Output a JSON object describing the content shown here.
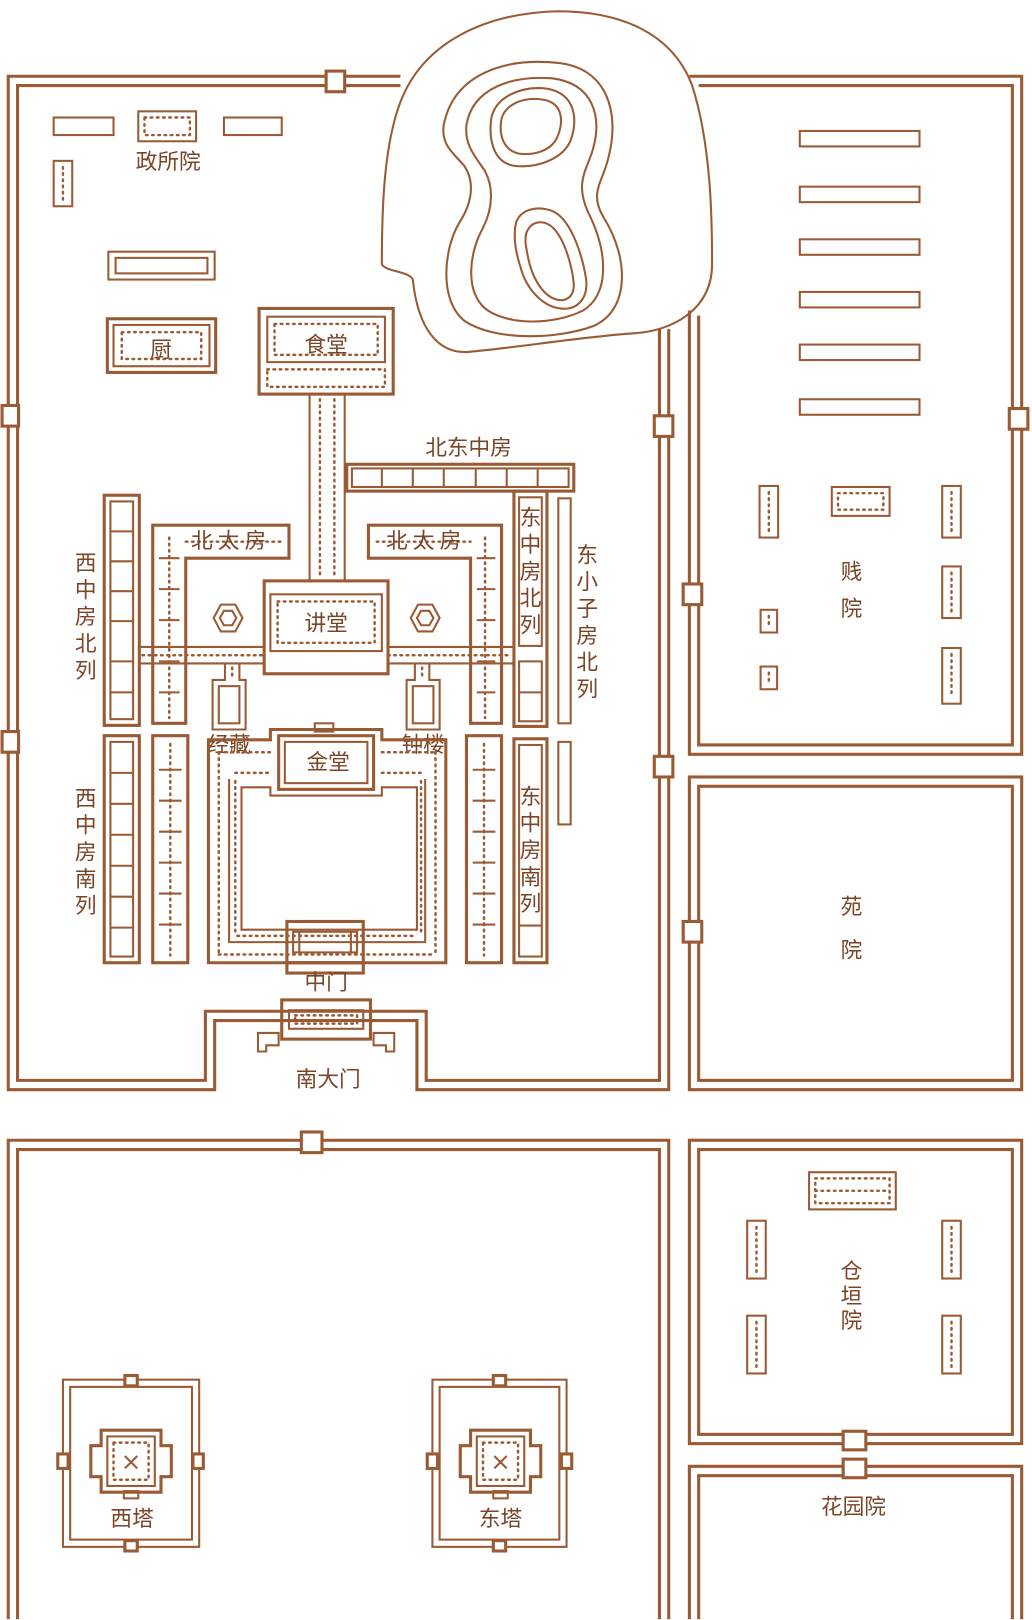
{
  "labels": {
    "zhengsuoyuan": "政所院",
    "chu": "厨",
    "shitang": "食堂",
    "beidongzhongfang": "北东中房",
    "beitaifang_w": "北太房",
    "beitaifang_e": "北太房",
    "jiangtang": "讲堂",
    "jingzang": "经藏",
    "zhonglou": "钟楼",
    "jintang": "金堂",
    "zhongmen": "中门",
    "nandamen": "南大门",
    "xizhongfang_bei": "西中房北列",
    "xizhongfang_nan": "西中房南列",
    "dongzhongfang_bei": "东中房北列",
    "dongzhongfang_nan": "东中房南列",
    "dongxiaozifang_bei": "东小子房北列",
    "jianyuan": "贱院",
    "yuanyuan": "苑院",
    "cangyuanyuan": "仓垣院",
    "huayuanyuan": "花园院",
    "xita": "西塔",
    "dongta": "东塔"
  },
  "colors": {
    "line": "#9a5a34",
    "text": "#7a4427",
    "background": "#ffffff"
  }
}
